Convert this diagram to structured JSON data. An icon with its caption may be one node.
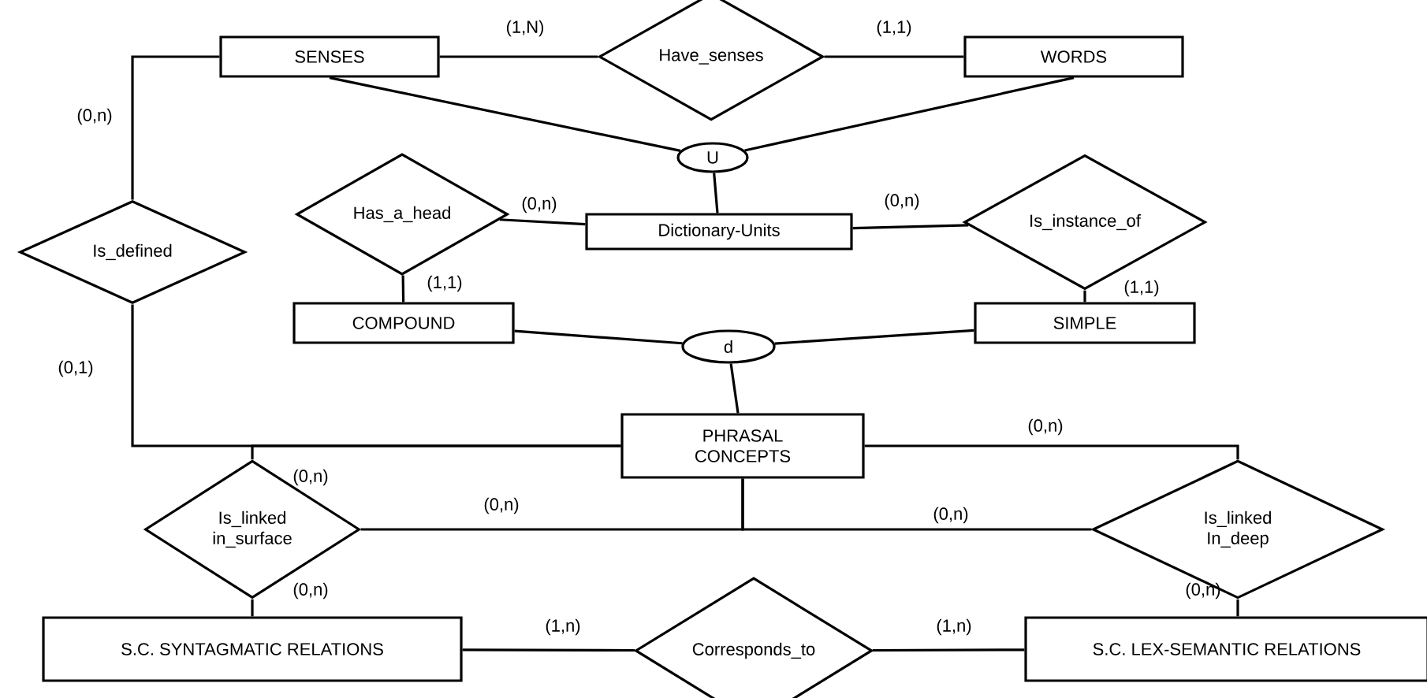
{
  "diagram": {
    "nodes": [
      {
        "text": [
          "SENSES"
        ]
      },
      {
        "text": [
          "Have_senses"
        ]
      },
      {
        "text": [
          "WORDS"
        ]
      },
      {
        "text": [
          "U"
        ]
      },
      {
        "text": [
          "Has_a_head"
        ]
      },
      {
        "text": [
          "Dictionary-Units"
        ]
      },
      {
        "text": [
          "Is_instance_of"
        ]
      },
      {
        "text": [
          "Is_defined"
        ]
      },
      {
        "text": [
          "COMPOUND"
        ]
      },
      {
        "text": [
          "d"
        ]
      },
      {
        "text": [
          "SIMPLE"
        ]
      },
      {
        "text": [
          "PHRASAL CONCEPTS"
        ]
      },
      {
        "text": [
          "Is_linked in_surface"
        ]
      },
      {
        "text": [
          "Is_linked In_deep"
        ]
      },
      {
        "text": [
          "S.C. SYNTAGMATIC RELATIONS"
        ]
      },
      {
        "text": [
          "Corresponds_to"
        ]
      },
      {
        "text": [
          "S.C. LEX-SEMANTIC RELATIONS"
        ]
      }
    ],
    "edges": [
      {
        "from": 0,
        "to": 1,
        "arrow": "none",
        "label": "(1,N)"
      },
      {
        "from": 1,
        "to": 2,
        "arrow": "none",
        "label": "(1,1)"
      },
      {
        "from": 0,
        "to": 3,
        "arrow": "none"
      },
      {
        "from": 2,
        "to": 3,
        "arrow": "none"
      },
      {
        "from": 3,
        "to": 5,
        "arrow": "none"
      },
      {
        "from": 4,
        "to": 5,
        "arrow": "none",
        "label": "(0,n)"
      },
      {
        "from": 5,
        "to": 6,
        "arrow": "none",
        "label": "(0,n)"
      },
      {
        "from": 4,
        "to": 8,
        "arrow": "none",
        "label": "(1,1)"
      },
      {
        "from": 6,
        "to": 10,
        "arrow": "none",
        "label": "(1,1)"
      },
      {
        "from": 8,
        "to": 9,
        "arrow": "none"
      },
      {
        "from": 10,
        "to": 9,
        "arrow": "none"
      },
      {
        "from": 9,
        "to": 11,
        "arrow": "none"
      },
      {
        "from": 0,
        "to": 7,
        "arrow": "none",
        "label": "(0,n)"
      },
      {
        "from": 7,
        "to": 11,
        "arrow": "none",
        "label": "(0,1)"
      },
      {
        "from": 12,
        "to": 11,
        "arrow": "none",
        "label": "(0,n)"
      },
      {
        "from": 11,
        "to": 13,
        "arrow": "none",
        "label": "(0,n)"
      },
      {
        "from": 11,
        "to": 12,
        "arrow": "none",
        "label": "(0,n)"
      },
      {
        "from": 11,
        "to": 13,
        "arrow": "none",
        "label": "(0,n)"
      },
      {
        "from": 12,
        "to": 14,
        "arrow": "none",
        "label": "(0,n)"
      },
      {
        "from": 13,
        "to": 16,
        "arrow": "none",
        "label": "(0,n)"
      },
      {
        "from": 14,
        "to": 15,
        "arrow": "none",
        "label": "(1,n)"
      },
      {
        "from": 15,
        "to": 16,
        "arrow": "none",
        "label": "(1,n)"
      }
    ]
  }
}
